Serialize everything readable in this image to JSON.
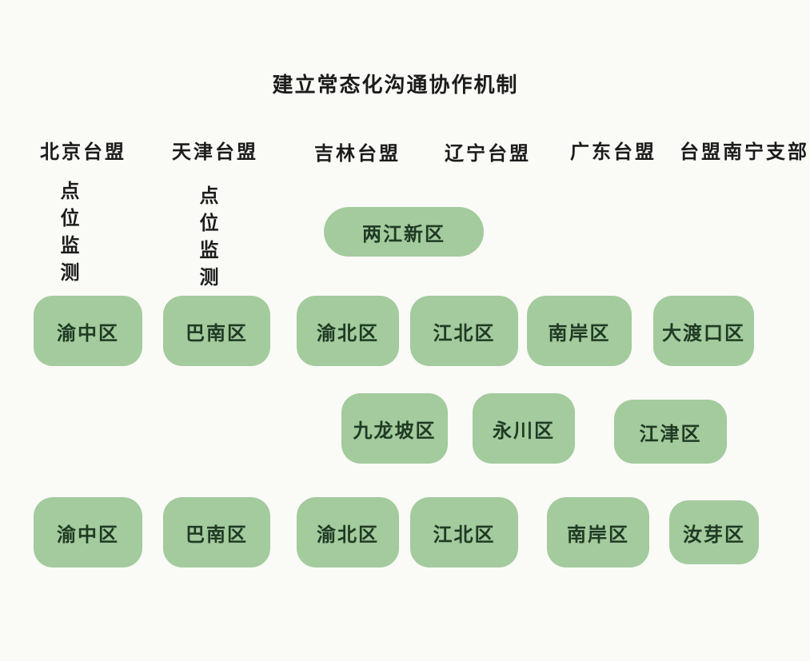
{
  "title": "建立常态化沟通协作机制",
  "header_orgs": [
    {
      "label": "北京台盟"
    },
    {
      "label": "天津台盟"
    },
    {
      "label": "吉林台盟"
    },
    {
      "label": "辽宁台盟"
    },
    {
      "label": "广东台盟"
    },
    {
      "label": "台盟南宁支部"
    }
  ],
  "vertical_notes": [
    {
      "label": "点位监测"
    },
    {
      "label": "点位监测"
    }
  ],
  "rows": [
    {
      "items": [
        {
          "label": "两江新区"
        }
      ]
    },
    {
      "items": [
        {
          "label": "渝中区"
        },
        {
          "label": "巴南区"
        },
        {
          "label": "渝北区"
        },
        {
          "label": "江北区"
        },
        {
          "label": "南岸区"
        },
        {
          "label": "大渡口区"
        }
      ]
    },
    {
      "items": [
        {
          "label": "九龙坡区"
        },
        {
          "label": "永川区"
        },
        {
          "label": "江津区"
        }
      ]
    },
    {
      "items": [
        {
          "label": "渝中区"
        },
        {
          "label": "巴南区"
        },
        {
          "label": "渝北区"
        },
        {
          "label": "江北区"
        },
        {
          "label": "南岸区"
        },
        {
          "label": "汝芽区"
        }
      ]
    }
  ],
  "colors": {
    "box_fill": "#a3cb9d",
    "box_text": "#203a24",
    "background": "#fafaf7",
    "heading_text": "#1c1c1c"
  }
}
